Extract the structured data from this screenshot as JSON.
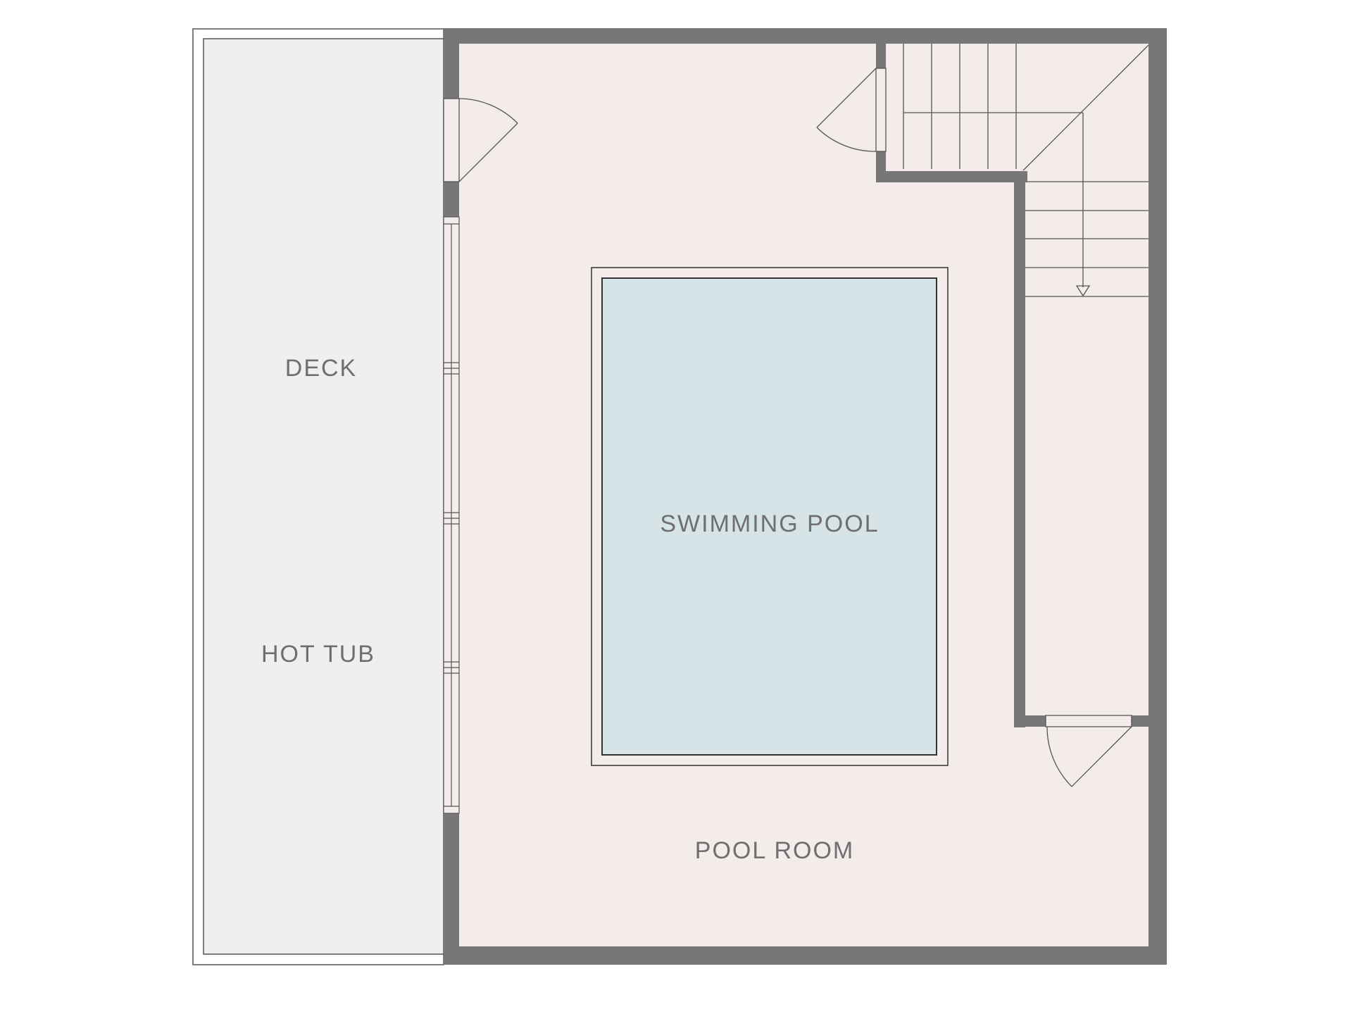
{
  "floor_plan": {
    "rooms": {
      "deck": "DECK",
      "hot_tub": "HOT TUB",
      "swimming_pool": "SWIMMING POOL",
      "pool_room": "POOL ROOM"
    },
    "colors": {
      "wall": "#777777",
      "pool_room_floor": "#f3ecea",
      "deck_floor": "#efefef",
      "pool_water": "#d6e4e7",
      "line": "#555555",
      "label": "#6f6f6f"
    }
  }
}
